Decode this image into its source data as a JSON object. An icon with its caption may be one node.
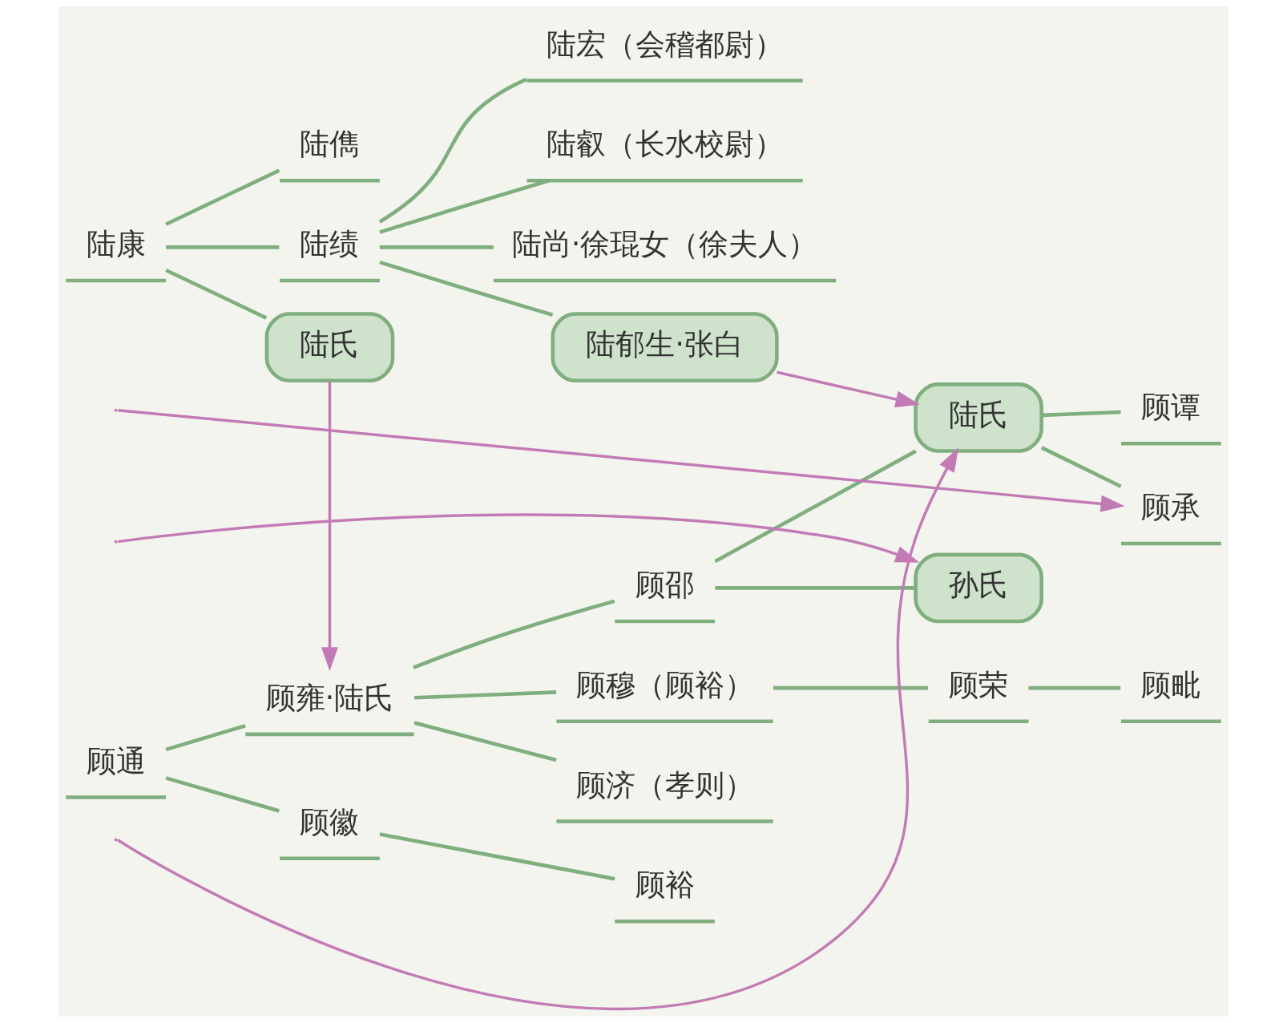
{
  "diagram": {
    "nodes": [
      {
        "text": [
          "陆康"
        ]
      },
      {
        "text": [
          "陆儁"
        ]
      },
      {
        "text": [
          "陆绩"
        ]
      },
      {
        "text": [
          "陆宏（会稽都尉）"
        ]
      },
      {
        "text": [
          "陆叡（长水校尉）"
        ]
      },
      {
        "text": [
          "陆尚·徐琨女（徐夫人）"
        ]
      },
      {
        "text": [
          "陆郁生·张白"
        ]
      },
      {
        "text": [
          "陆氏"
        ]
      },
      {
        "text": [
          "顾通"
        ]
      },
      {
        "text": [
          "顾雍·陆氏"
        ]
      },
      {
        "text": [
          "顾邵"
        ]
      },
      {
        "text": [
          "陆氏"
        ]
      },
      {
        "text": [
          "孙氏"
        ]
      },
      {
        "text": [
          "顾谭"
        ]
      },
      {
        "text": [
          "顾承"
        ]
      },
      {
        "text": [
          "顾穆（顾裕）"
        ]
      },
      {
        "text": [
          "顾荣"
        ]
      },
      {
        "text": [
          "顾毗"
        ]
      },
      {
        "text": [
          "顾济（孝则）"
        ]
      },
      {
        "text": [
          "顾徽"
        ]
      },
      {
        "text": [
          "顾裕"
        ]
      }
    ],
    "edges": [
      {
        "from": 0,
        "to": 1,
        "arrow": "none"
      },
      {
        "from": 0,
        "to": 2,
        "arrow": "none"
      },
      {
        "from": 2,
        "to": 3,
        "arrow": "none"
      },
      {
        "from": 2,
        "to": 4,
        "arrow": "none"
      },
      {
        "from": 2,
        "to": 5,
        "arrow": "none"
      },
      {
        "from": 2,
        "to": 6,
        "arrow": "none"
      },
      {
        "from": 0,
        "to": 7,
        "arrow": "none"
      },
      {
        "from": 8,
        "to": 9,
        "arrow": "none"
      },
      {
        "from": 9,
        "to": 10,
        "arrow": "none"
      },
      {
        "from": 10,
        "to": 11,
        "arrow": "none"
      },
      {
        "from": 10,
        "to": 12,
        "arrow": "none"
      },
      {
        "from": 11,
        "to": 13,
        "arrow": "none"
      },
      {
        "from": 11,
        "to": 14,
        "arrow": "none"
      },
      {
        "from": 9,
        "to": 15,
        "arrow": "none"
      },
      {
        "from": 15,
        "to": 16,
        "arrow": "none"
      },
      {
        "from": 16,
        "to": 17,
        "arrow": "none"
      },
      {
        "from": 9,
        "to": 18,
        "arrow": "none"
      },
      {
        "from": 8,
        "to": 19,
        "arrow": "none"
      },
      {
        "from": 19,
        "to": 20,
        "arrow": "none"
      },
      {
        "from": 7,
        "to": 9,
        "arrow": "to",
        "color": "#c27bb5"
      },
      {
        "from": 6,
        "to": 11,
        "arrow": "to",
        "color": "#c27bb5"
      },
      {
        "from": null,
        "to": 11,
        "arrow": "to",
        "color": "#c27bb5"
      },
      {
        "from": null,
        "to": 14,
        "arrow": "to",
        "color": "#c27bb5"
      },
      {
        "from": null,
        "to": 12,
        "arrow": "to",
        "color": "#c27bb5"
      }
    ]
  }
}
